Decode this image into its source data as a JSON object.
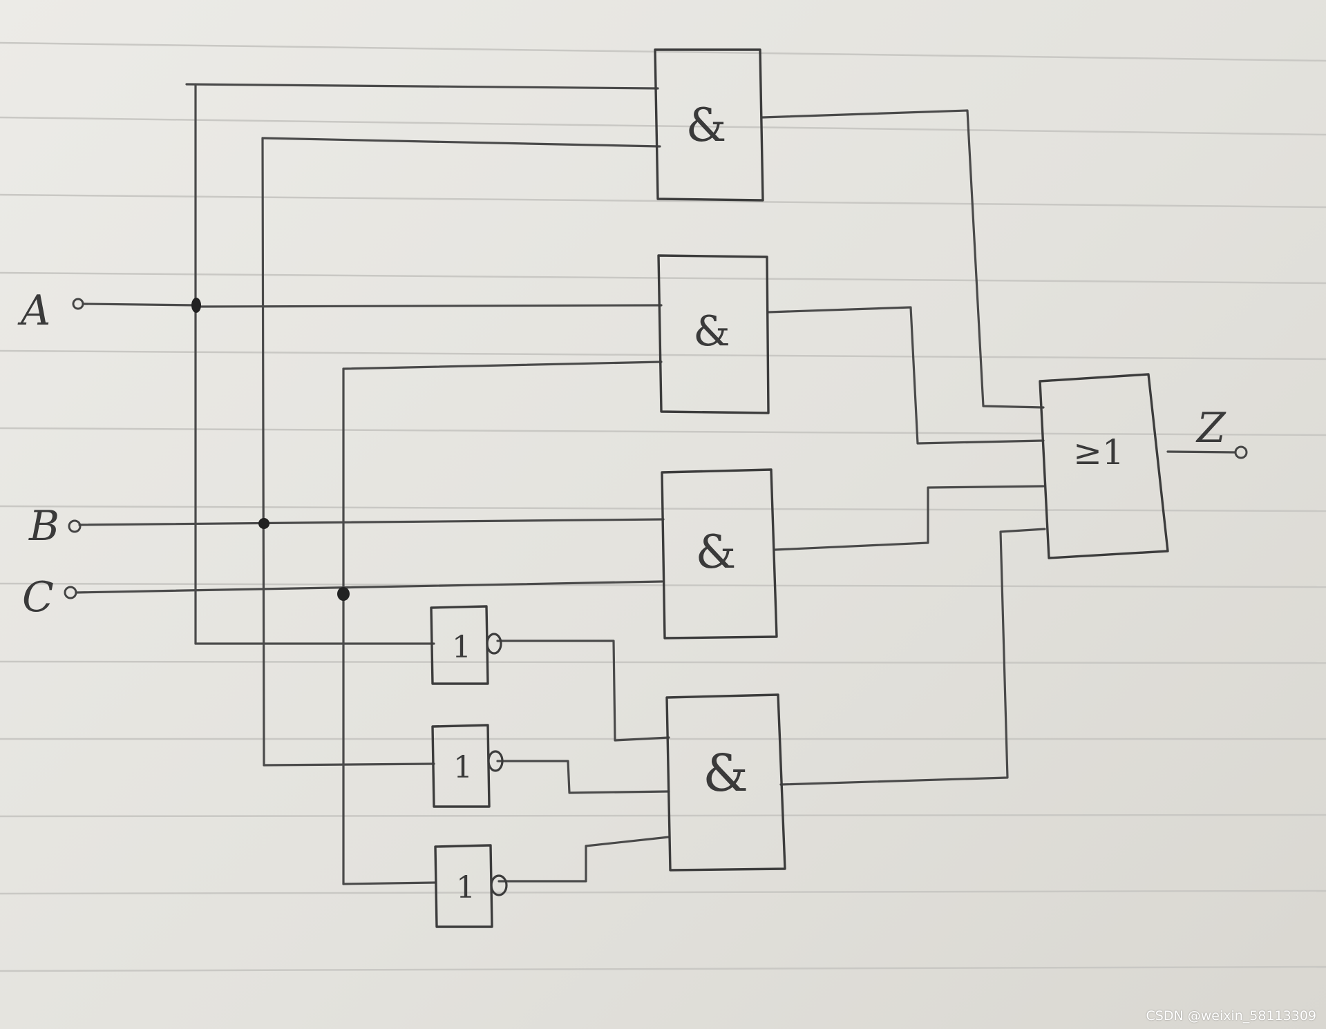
{
  "inputs": [
    {
      "id": "A",
      "label": "A"
    },
    {
      "id": "B",
      "label": "B"
    },
    {
      "id": "C",
      "label": "C"
    }
  ],
  "output": {
    "id": "Z",
    "label": "Z"
  },
  "gates": [
    {
      "id": "and1",
      "type": "AND",
      "symbol": "&"
    },
    {
      "id": "and2",
      "type": "AND",
      "symbol": "&"
    },
    {
      "id": "and3",
      "type": "AND",
      "symbol": "&"
    },
    {
      "id": "not1",
      "type": "NOT",
      "symbol": "1"
    },
    {
      "id": "not2",
      "type": "NOT",
      "symbol": "1"
    },
    {
      "id": "not3",
      "type": "NOT",
      "symbol": "1"
    },
    {
      "id": "and4",
      "type": "AND",
      "symbol": "&"
    },
    {
      "id": "or1",
      "type": "OR",
      "symbol": "≥1"
    }
  ],
  "watermark": "CSDN @weixin_58113309"
}
